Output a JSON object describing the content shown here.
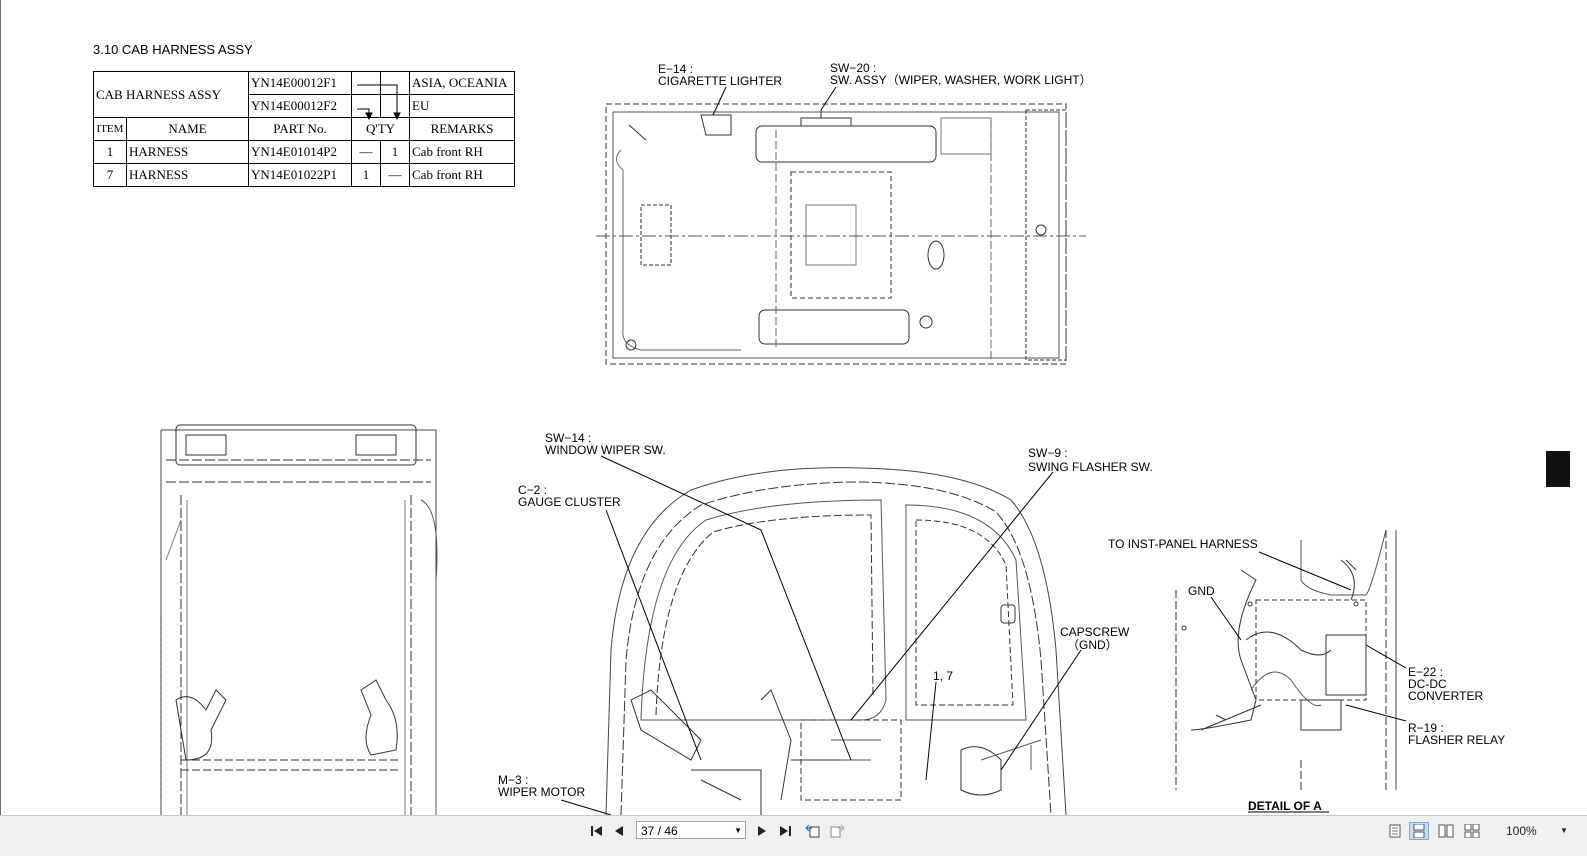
{
  "section": {
    "title": "3.10   CAB HARNESS ASSY"
  },
  "assy_table": {
    "assy_name": "CAB HARNESS ASSY",
    "variants": [
      {
        "part_no": "YN14E00012F1",
        "remarks": "ASIA, OCEANIA"
      },
      {
        "part_no": "YN14E00012F2",
        "remarks": "EU"
      }
    ],
    "headers": {
      "item": "ITEM",
      "name": "NAME",
      "part_no": "PART No.",
      "qty": "Q'TY",
      "remarks": "REMARKS"
    },
    "rows": [
      {
        "item": "1",
        "name": "HARNESS",
        "part_no": "YN14E01014P2",
        "qty1": "—",
        "qty2": "1",
        "remarks": "Cab front RH"
      },
      {
        "item": "7",
        "name": "HARNESS",
        "part_no": "YN14E01022P1",
        "qty1": "1",
        "qty2": "—",
        "remarks": "Cab front RH"
      }
    ]
  },
  "callouts": {
    "e14_code": "E−14 :",
    "e14_name": "CIGARETTE LIGHTER",
    "sw20_code": "SW−20 :",
    "sw20_name": "SW. ASSY（WIPER, WASHER, WORK LIGHT）",
    "sw14_code": "SW−14 :",
    "sw14_name": "WINDOW WIPER SW.",
    "c2_code": "C−2 :",
    "c2_name": "GAUGE CLUSTER",
    "sw9_code": "SW−9 :",
    "sw9_name": "SWING FLASHER SW.",
    "capscrew": "CAPSCREW",
    "capscrew_gnd": "（GND）",
    "item_ref": "1, 7",
    "m3_code": "M−3 :",
    "m3_name": "WIPER MOTOR",
    "inst_panel": "TO INST-PANEL HARNESS",
    "gnd": "GND",
    "e22_code": "E−22 :",
    "e22_name1": "DC-DC",
    "e22_name2": "CONVERTER",
    "r19_code": "R−19 :",
    "r19_name": "FLASHER RELAY",
    "detail": "DETAIL OF A"
  },
  "viewer": {
    "page_display": "37 / 46",
    "current_page": 37,
    "total_pages": 46,
    "zoom": "100%",
    "icons": [
      "first-page-icon",
      "prev-page-icon",
      "next-page-icon",
      "last-page-icon",
      "page-back-icon",
      "page-forward-icon",
      "single-page-icon",
      "continuous-icon",
      "two-page-icon",
      "two-page-continuous-icon"
    ]
  }
}
